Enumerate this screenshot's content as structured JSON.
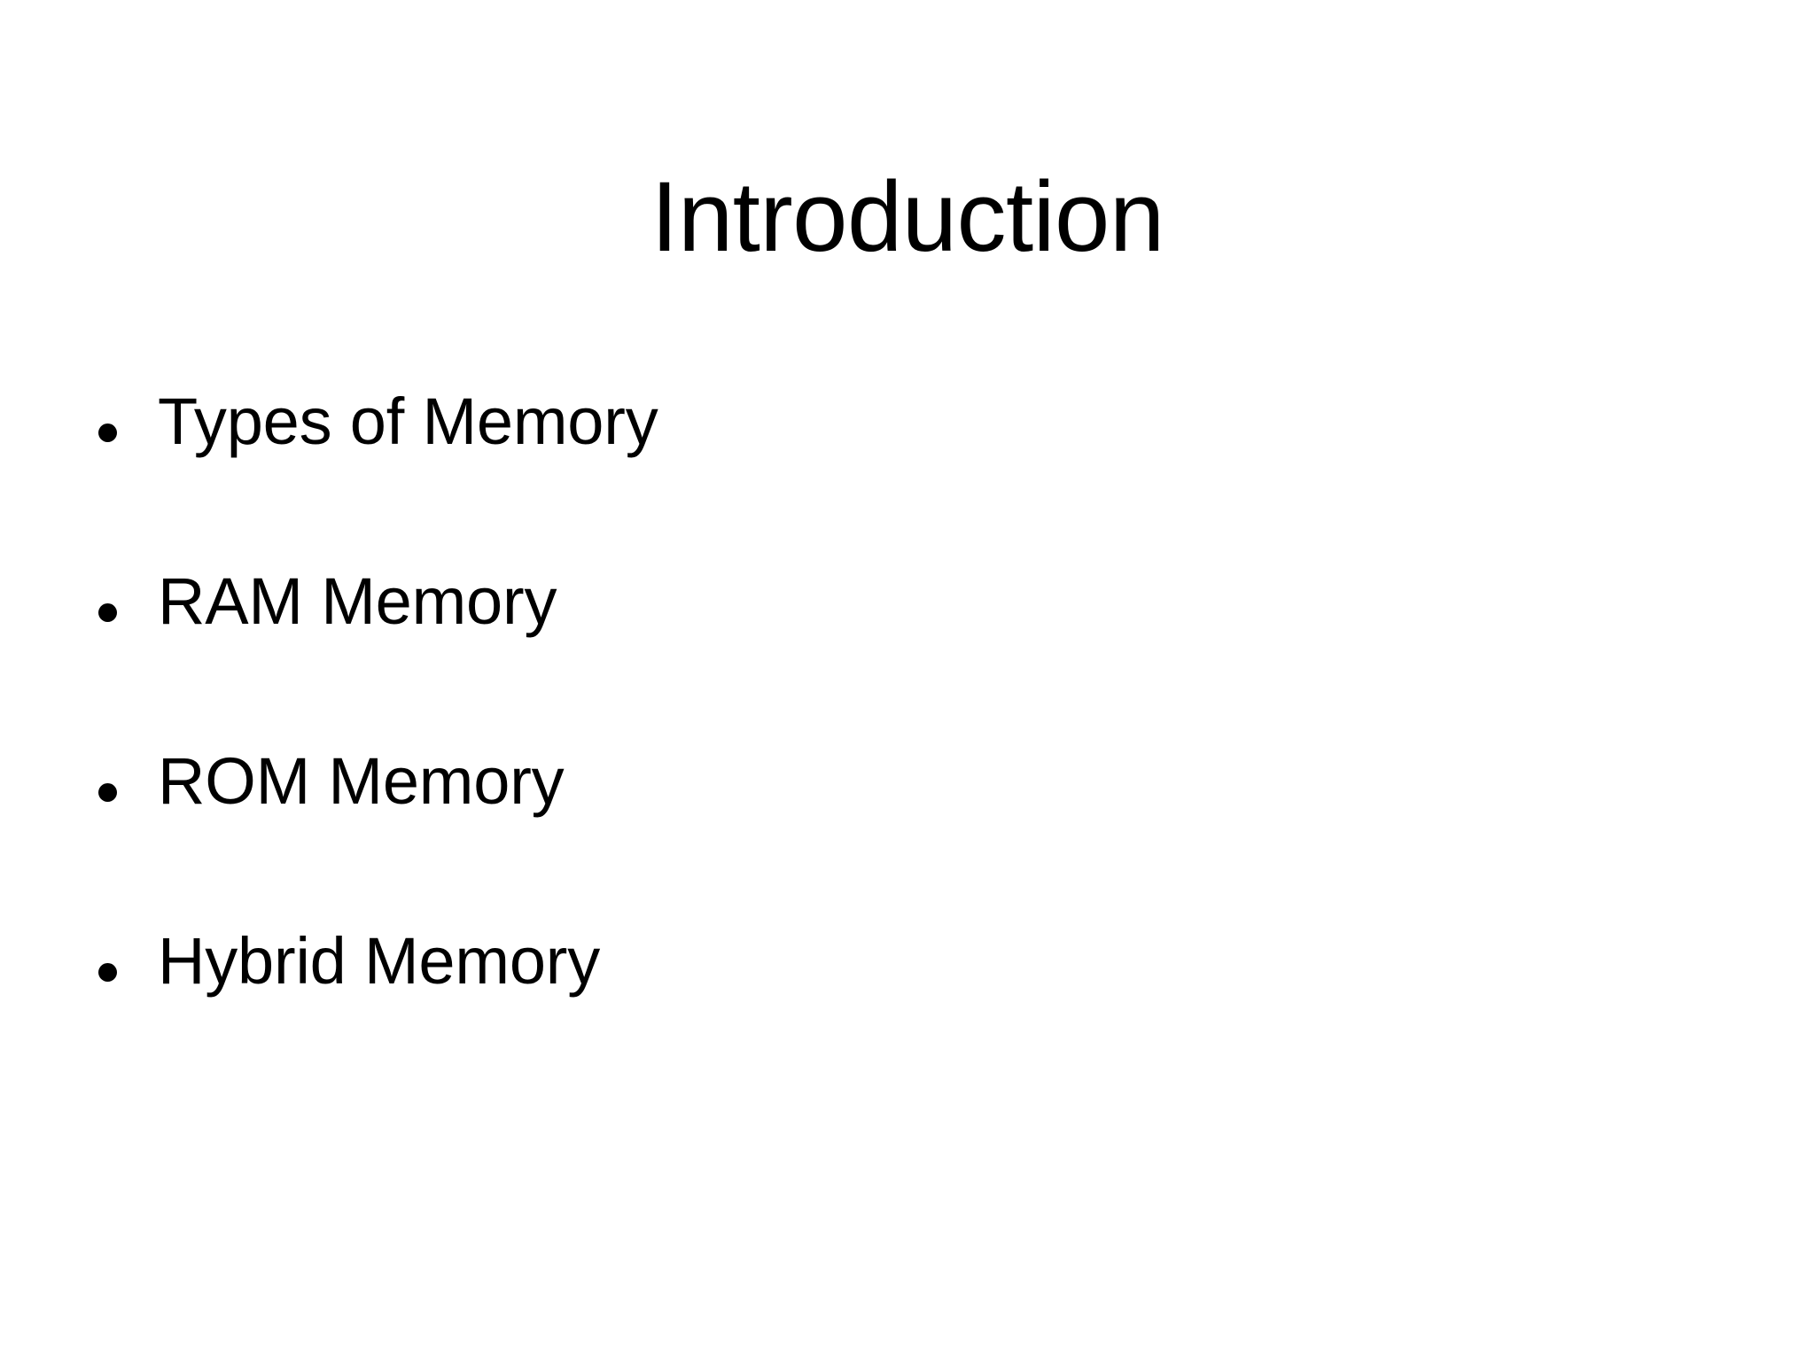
{
  "slide": {
    "title": "Introduction",
    "background_color": "#ffffff",
    "text_color": "#000000",
    "bullet_marker": "bullet-dot",
    "bullets": [
      {
        "label": "Types of Memory"
      },
      {
        "label": "RAM Memory"
      },
      {
        "label": "ROM Memory"
      },
      {
        "label": "Hybrid Memory"
      }
    ]
  }
}
